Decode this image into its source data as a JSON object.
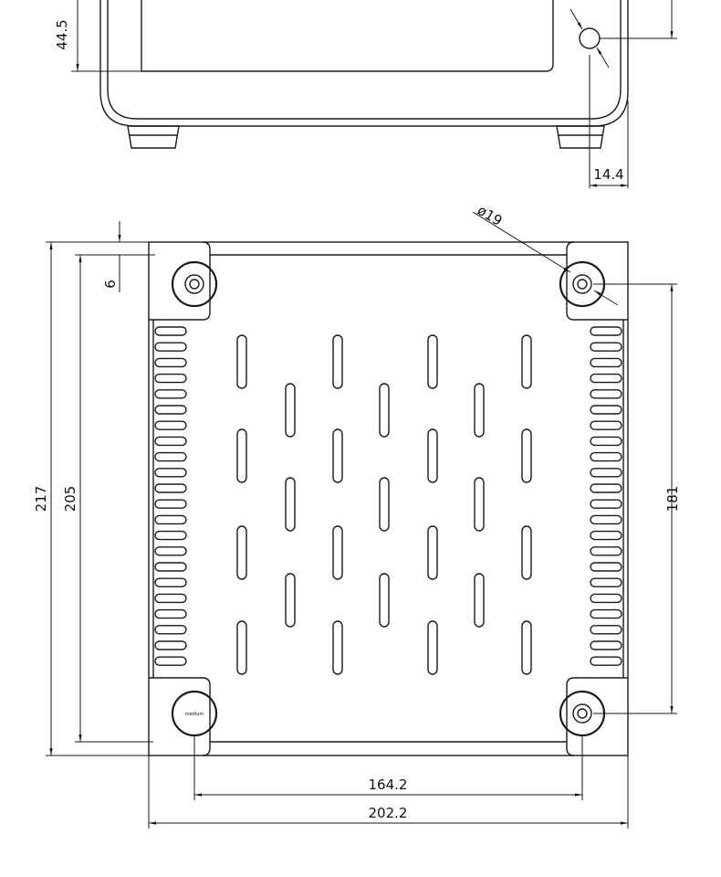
{
  "dimensions": {
    "side_height_partial": "44.5",
    "foot_offset": "14.4",
    "hole_diameter": "ø19",
    "edge_offset": "6",
    "total_depth": "217",
    "inner_depth": "205",
    "foot_spacing_depth": "181",
    "foot_spacing_width": "164.2",
    "total_width": "202.2"
  },
  "foot_label": "medium"
}
